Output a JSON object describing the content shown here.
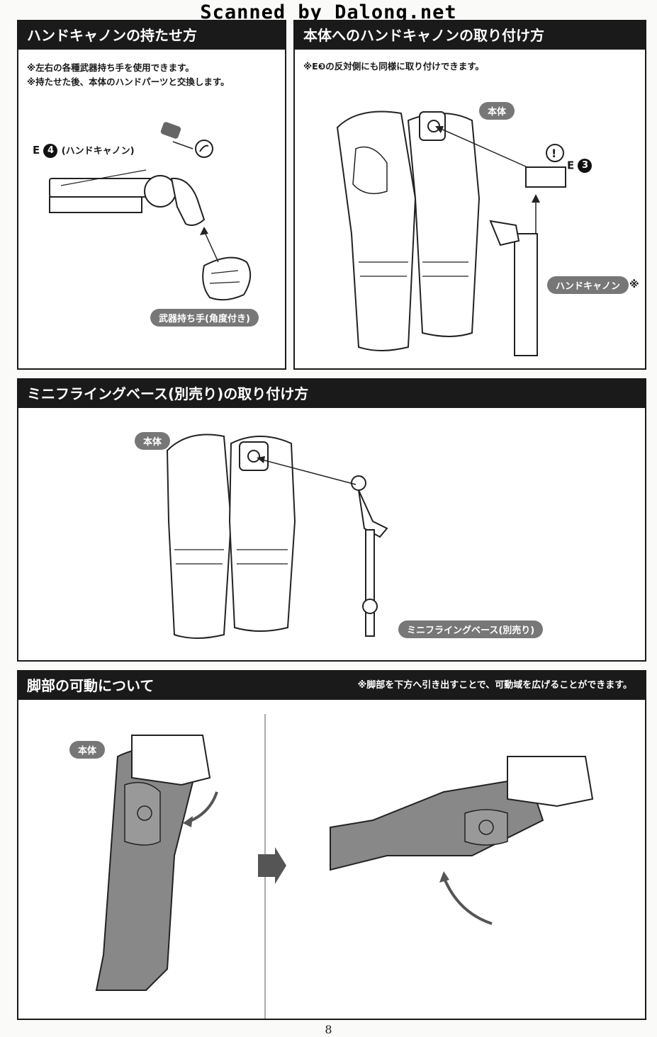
{
  "watermark": "Scanned by Dalong.net",
  "page_number": "8",
  "panels": {
    "hand_cannon_hold": {
      "title": "ハンドキャノンの持たせ方",
      "note1": "※左右の各種武器持ち手を使用できます。",
      "note2": "※持たせた後、本体のハンドパーツと交換します。",
      "part_letter": "E",
      "part_number": "4",
      "part_name": "(ハンドキャノン)",
      "hand_label": "武器持ち手(角度付き)"
    },
    "hand_cannon_attach": {
      "title": "本体へのハンドキャノンの取り付け方",
      "note": "※E❸の反対側にも同様に取り付けできます。",
      "body_label": "本体",
      "part_letter": "E",
      "part_number": "3",
      "cannon_label": "ハンドキャノン",
      "cannon_suffix": "※"
    },
    "flying_base": {
      "title": "ミニフライングベース(別売り)の取り付け方",
      "body_label": "本体",
      "base_label": "ミニフライングベース(別売り)"
    },
    "leg_movement": {
      "title": "脚部の可動について",
      "header_note": "※脚部を下方へ引き出すことで、可動域を広げることができます。",
      "body_label": "本体"
    }
  }
}
